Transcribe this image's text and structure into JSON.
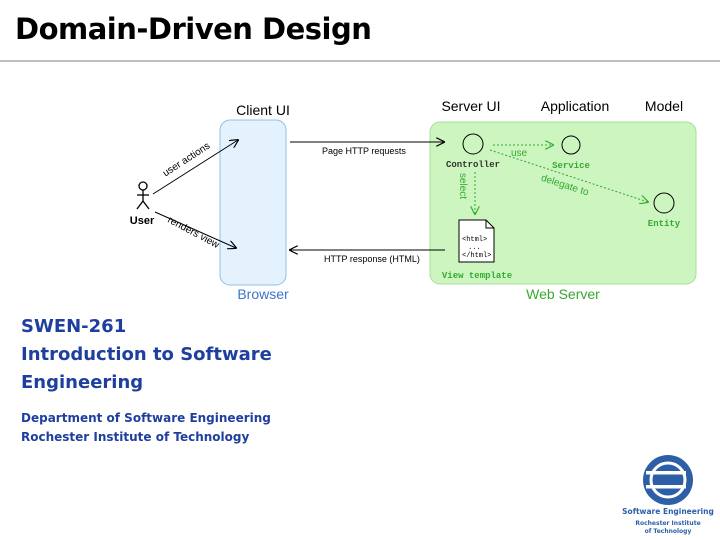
{
  "slide": {
    "title": "Domain-Driven Design",
    "course_code": "SWEN-261",
    "course_name_line1": "Introduction to Software",
    "course_name_line2": "Engineering",
    "department": "Department of Software Engineering",
    "institute": "Rochester Institute of Technology"
  },
  "diagram": {
    "client_ui": "Client UI",
    "browser": "Browser",
    "server_ui": "Server UI",
    "application": "Application",
    "model": "Model",
    "web_server": "Web Server",
    "user": "User",
    "user_actions": "user actions",
    "renders_view": "renders view",
    "page_http_requests": "Page HTTP requests",
    "http_response": "HTTP response (HTML)",
    "controller": "Controller",
    "service": "Service",
    "entity": "Entity",
    "use": "use",
    "select": "select",
    "delegate_to": "delegate to",
    "view_template": "View template",
    "html_open": "<html>",
    "html_dots": "...",
    "html_close": "</html>"
  },
  "logo": {
    "line1": "Software Engineering",
    "line2": "Rochester Institute",
    "line3": "of Technology"
  },
  "colors": {
    "browser_fill": "#e3f2fd",
    "browser_stroke": "#8fc0ea",
    "browser_label": "#3a76c9",
    "server_fill": "#cdf5c0",
    "server_stroke": "#a6e096",
    "server_label": "#3aa832",
    "node_green": "#33aa33",
    "course_blue": "#1f3f9f",
    "logo_blue": "#2d5fa8"
  }
}
